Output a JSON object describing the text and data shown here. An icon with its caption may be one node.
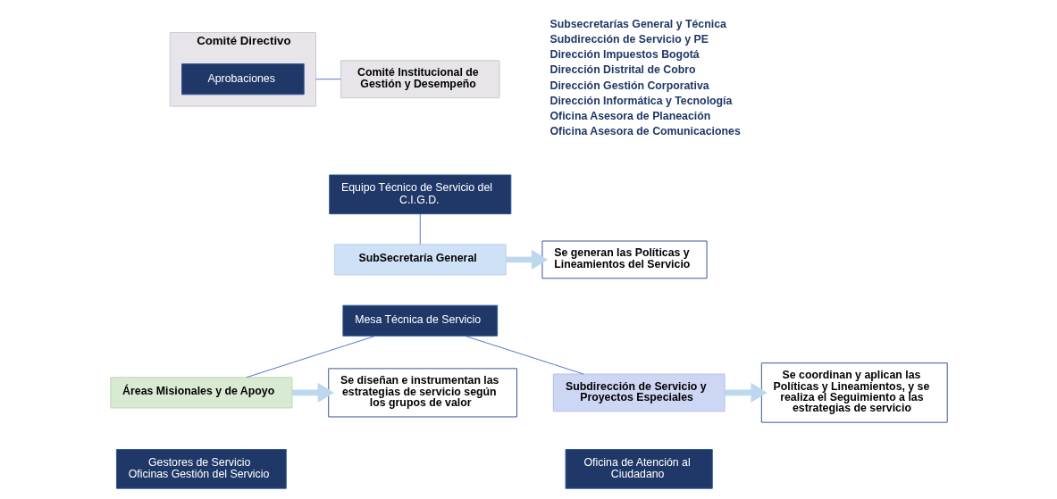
{
  "diagram": {
    "nodes": [
      {
        "text": [
          "Comité Directivo"
        ]
      },
      {
        "text": [
          "Aprobaciones"
        ],
        "in": 0
      },
      {
        "text": [
          "Comité Institucional de Gestión y Desempeño"
        ]
      },
      {
        "text": [
          "Equipo Técnico de Servicio del C.I.G.D."
        ]
      },
      {
        "text": [
          "SubSecretaría General"
        ]
      },
      {
        "text": [
          "Mesa Técnica de Servicio"
        ]
      },
      {
        "text": [
          "Se generan las Políticas y Lineamientos del Servicio"
        ]
      },
      {
        "text": [
          "Se diseñan e instrumentan las estrategias de servicio según los grupos de valor"
        ]
      },
      {
        "text": [
          "Áreas Misionales y de Apoyo"
        ]
      },
      {
        "text": [
          "Gestores de Servicio",
          "Oficinas Gestión del Servicio"
        ]
      },
      {
        "text": [
          "Subdirección de Servicio y Proyectos Especiales"
        ]
      },
      {
        "text": [
          "Oficina de Atención al Ciudadano"
        ]
      },
      {
        "text": [
          "Se coordinan y aplican las Políticas y Lineamientos, y se realiza el Seguimiento a las estrategias de servicio"
        ]
      }
    ],
    "edges": [
      {
        "from": 0,
        "to": 2,
        "arrow": "none",
        "color": "#4472c4"
      },
      {
        "from": 3,
        "to": 4,
        "arrow": "none",
        "color": "#4472c4"
      },
      {
        "from": 5,
        "to": 8,
        "arrow": "none",
        "color": "#4472c4"
      },
      {
        "from": 5,
        "to": 10,
        "arrow": "none",
        "color": "#4472c4"
      },
      {
        "from": 4,
        "to": 6,
        "arrow": "to",
        "style": "thick",
        "color": "#bdd7ee"
      },
      {
        "from": 8,
        "to": 7,
        "arrow": "to",
        "style": "thick",
        "color": "#bdd7ee"
      },
      {
        "from": 10,
        "to": 12,
        "arrow": "to",
        "style": "thick",
        "color": "#bdd7ee"
      }
    ],
    "labels": [
      "Subsecretarías General y Técnica",
      "Subdirección de Servicio y PE",
      "Dirección Impuestos Bogotá",
      "Dirección Distrital de Cobro",
      "Dirección Gestión Corporativa",
      "Dirección Informática y Tecnología",
      "Oficina Asesora de Planeación",
      "Oficina Asesora de Comunicaciones"
    ]
  }
}
